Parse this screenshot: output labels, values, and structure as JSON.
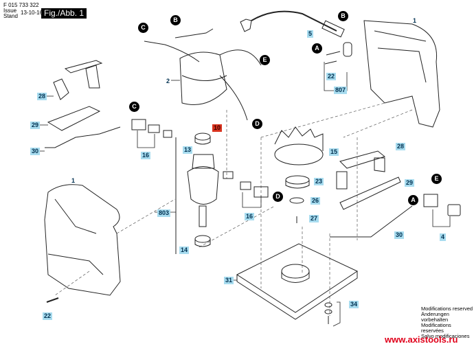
{
  "header": {
    "doc_number": "F 015 733 322",
    "issue_label": "Issue",
    "stand_label": "Stand",
    "date": "13-10-16",
    "figure": "Fig./Abb. 1"
  },
  "part_labels": [
    {
      "id": "1a",
      "text": "1"
    },
    {
      "id": "1b",
      "text": "1"
    },
    {
      "id": "2",
      "text": "2"
    },
    {
      "id": "4",
      "text": "4"
    },
    {
      "id": "5",
      "text": "5"
    },
    {
      "id": "10",
      "text": "10",
      "highlight": true
    },
    {
      "id": "13",
      "text": "13"
    },
    {
      "id": "14",
      "text": "14"
    },
    {
      "id": "15",
      "text": "15"
    },
    {
      "id": "16a",
      "text": "16"
    },
    {
      "id": "16b",
      "text": "16"
    },
    {
      "id": "22a",
      "text": "22"
    },
    {
      "id": "22b",
      "text": "22"
    },
    {
      "id": "23",
      "text": "23"
    },
    {
      "id": "26",
      "text": "26"
    },
    {
      "id": "27",
      "text": "27"
    },
    {
      "id": "28a",
      "text": "28"
    },
    {
      "id": "28b",
      "text": "28"
    },
    {
      "id": "29a",
      "text": "29"
    },
    {
      "id": "29b",
      "text": "29"
    },
    {
      "id": "30a",
      "text": "30"
    },
    {
      "id": "30b",
      "text": "30"
    },
    {
      "id": "31",
      "text": "31"
    },
    {
      "id": "34",
      "text": "34"
    },
    {
      "id": "803",
      "text": "803"
    },
    {
      "id": "807",
      "text": "807"
    }
  ],
  "connectors": [
    "A",
    "A",
    "B",
    "B",
    "C",
    "C",
    "D",
    "D",
    "E",
    "E"
  ],
  "footer": {
    "modifications": [
      "Modifications reserved",
      "Änderungen vorbehalten",
      "Modifications reservées",
      "Salvo modificaciones"
    ],
    "website": "www.axistools.ru"
  },
  "colors": {
    "label_bg": "#a8dcef",
    "highlight_bg": "#d9341f",
    "url_color": "#e0001a"
  }
}
